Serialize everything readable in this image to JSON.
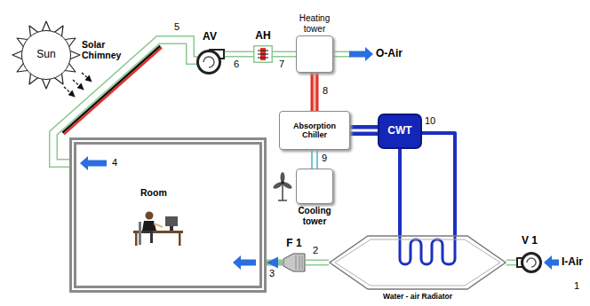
{
  "diagram": {
    "nodes": [
      {
        "text": [
          "Sun"
        ]
      },
      {
        "text": [
          "Room"
        ]
      },
      {
        "text": [
          "AV"
        ]
      },
      {
        "text": [
          "AH"
        ]
      },
      {
        "text": [
          "Heating tower"
        ]
      },
      {
        "text": [
          "Absorption Chiller"
        ]
      },
      {
        "text": [
          "Cooling tower"
        ]
      },
      {
        "text": [
          "CWT"
        ]
      },
      {
        "text": [
          "Water - air Radiator"
        ]
      },
      {
        "text": [
          "V 1"
        ]
      },
      {
        "text": [
          "F 1"
        ]
      }
    ],
    "edges": [
      {
        "from": 2,
        "to": 3,
        "arrow": "none"
      },
      {
        "from": 3,
        "to": 4,
        "arrow": "none"
      },
      {
        "from": 4,
        "to": 5,
        "arrow": "none"
      },
      {
        "from": 5,
        "to": 6,
        "arrow": "none"
      },
      {
        "from": 5,
        "to": 7,
        "arrow": "none"
      },
      {
        "from": 7,
        "to": 8,
        "arrow": "none"
      },
      {
        "from": 7,
        "to": 8,
        "arrow": "none"
      },
      {
        "from": 9,
        "to": 8,
        "arrow": "none"
      },
      {
        "from": 8,
        "to": 10,
        "arrow": "none"
      },
      {
        "from": 10,
        "to": 1,
        "arrow": "to"
      }
    ],
    "labels": [
      "Solar Chimney",
      "5",
      "6",
      "7",
      "8",
      "O-Air",
      "4",
      "9",
      "10",
      "3",
      "2",
      "I-Air",
      "1"
    ]
  }
}
